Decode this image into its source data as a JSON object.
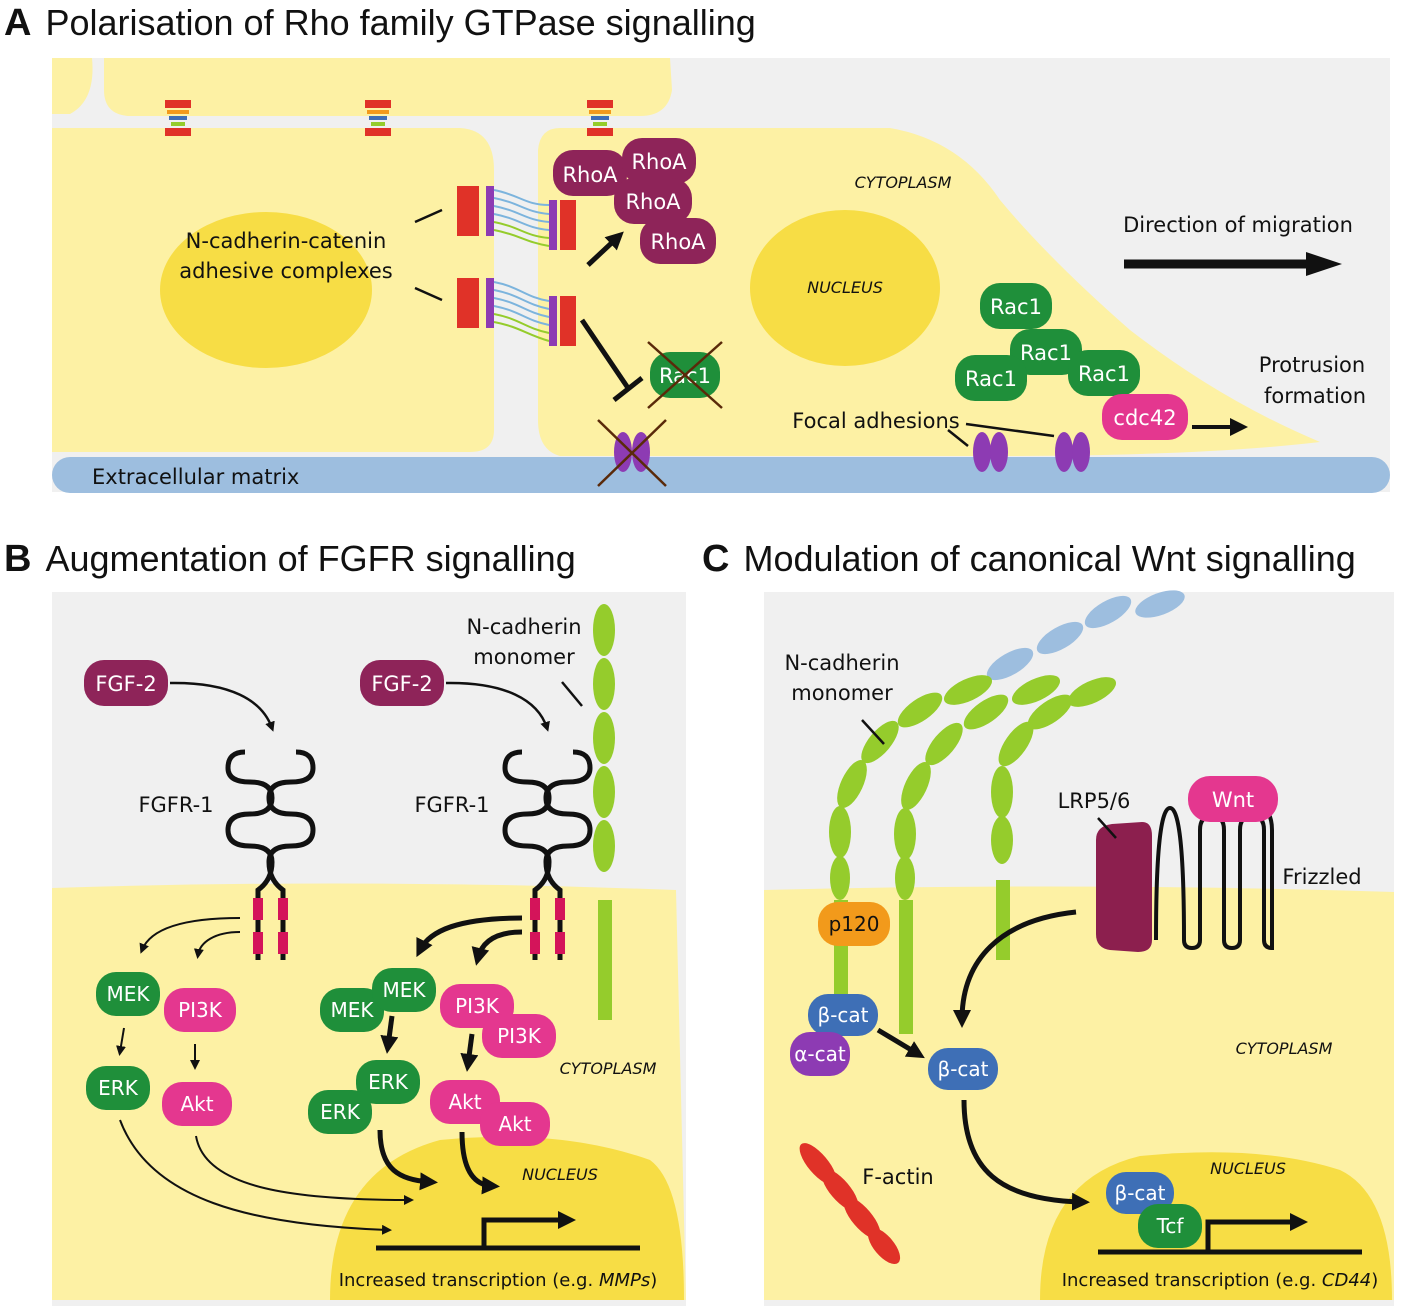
{
  "panel_a": {
    "letter": "A",
    "title": "Polarisation of Rho family GTPase signalling",
    "complex_label_1": "N-cadherin-catenin",
    "complex_label_2": "adhesive complexes",
    "cytoplasm": "CYTOPLASM",
    "nucleus": "NUCLEUS",
    "rhoa": "RhoA",
    "rac1": "Rac1",
    "cdc42": "cdc42",
    "direction": "Direction of migration",
    "protrusion_1": "Protrusion",
    "protrusion_2": "formation",
    "focal_adhesions": "Focal adhesions",
    "ecm": "Extracellular matrix"
  },
  "panel_b": {
    "letter": "B",
    "title": "Augmentation of FGFR signalling",
    "fgf2": "FGF-2",
    "fgfr1": "FGFR-1",
    "ncad_1": "N-cadherin",
    "ncad_2": "monomer",
    "mek": "MEK",
    "pi3k": "PI3K",
    "erk": "ERK",
    "akt": "Akt",
    "cytoplasm": "CYTOPLASM",
    "nucleus": "NUCLEUS",
    "transcription_prefix": "Increased transcription (e.g. ",
    "transcription_gene": "MMPs",
    "transcription_suffix": ")"
  },
  "panel_c": {
    "letter": "C",
    "title": "Modulation of canonical Wnt signalling",
    "ncad_1": "N-cadherin",
    "ncad_2": "monomer",
    "lrp": "LRP5/6",
    "wnt": "Wnt",
    "frizzled": "Frizzled",
    "p120": "p120",
    "bcat": "β-cat",
    "acat": "α-cat",
    "tcf": "Tcf",
    "factin": "F-actin",
    "cytoplasm": "CYTOPLASM",
    "nucleus": "NUCLEUS",
    "transcription_prefix": "Increased transcription (e.g. ",
    "transcription_gene": "CD44",
    "transcription_suffix": ")"
  },
  "colors": {
    "cell_fill": "#fdf1a4",
    "nucleus_fill": "#f7dd45",
    "background_grey": "#f0f0f0",
    "ecm_blue": "#9dbedf",
    "rhoa_maroon": "#8e2459",
    "rac_green": "#1f8f3a",
    "pink": "#e4378f",
    "purple_integrin": "#8d3bb3",
    "cadherin_green": "#95cc2c",
    "lrp_maroon": "#8c1f4e",
    "orange_p120": "#f29a1b",
    "bcat_blue": "#3e6fb6",
    "factin_red": "#e03228"
  }
}
